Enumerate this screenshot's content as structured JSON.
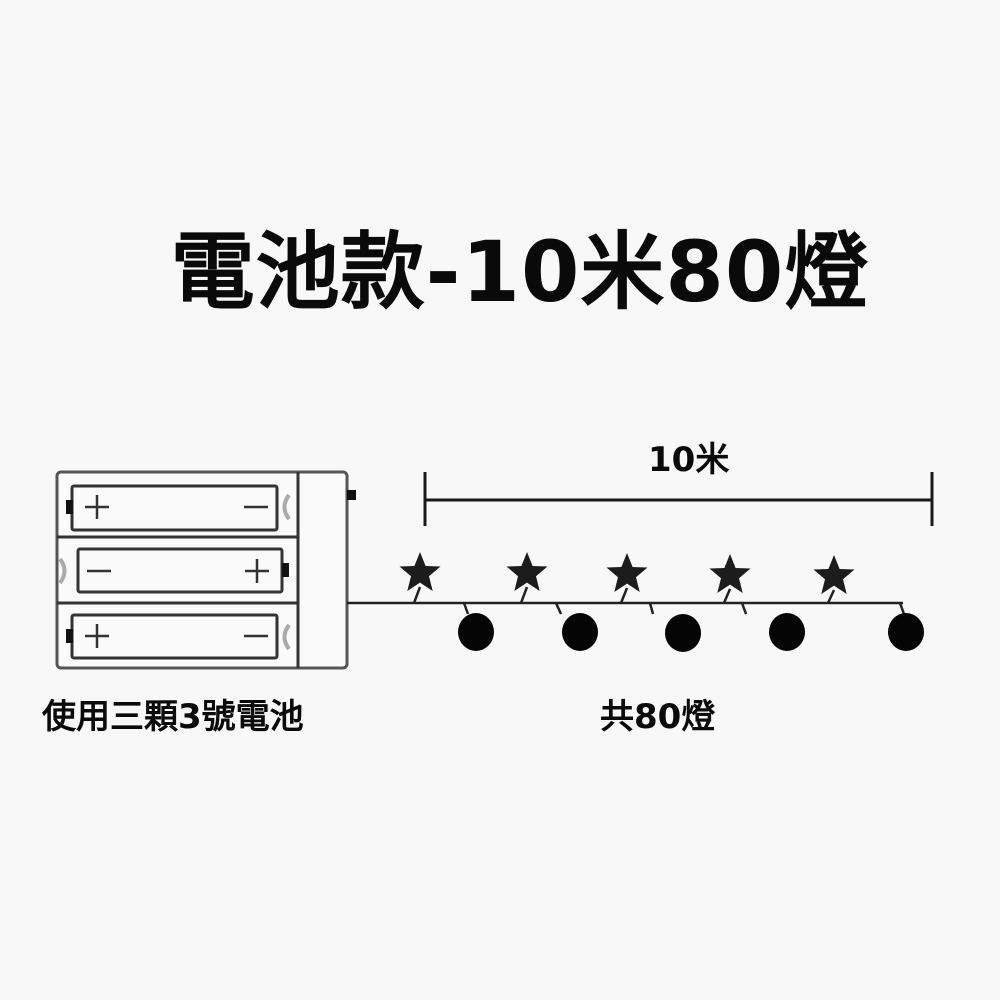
{
  "title": "電池款-10米80燈",
  "dimension": {
    "label": "10米"
  },
  "battery_pack": {
    "caption": "使用三顆3號電池",
    "cells": [
      {
        "left_sign": "+",
        "right_sign": "−"
      },
      {
        "left_sign": "−",
        "right_sign": "+"
      },
      {
        "left_sign": "+",
        "right_sign": "−"
      }
    ]
  },
  "light_string": {
    "caption": "共80燈",
    "stars": 5,
    "bulbs": 5
  },
  "colors": {
    "background": "#f8f8f8",
    "ink": "#0a0a0a",
    "outline": "#555555"
  }
}
